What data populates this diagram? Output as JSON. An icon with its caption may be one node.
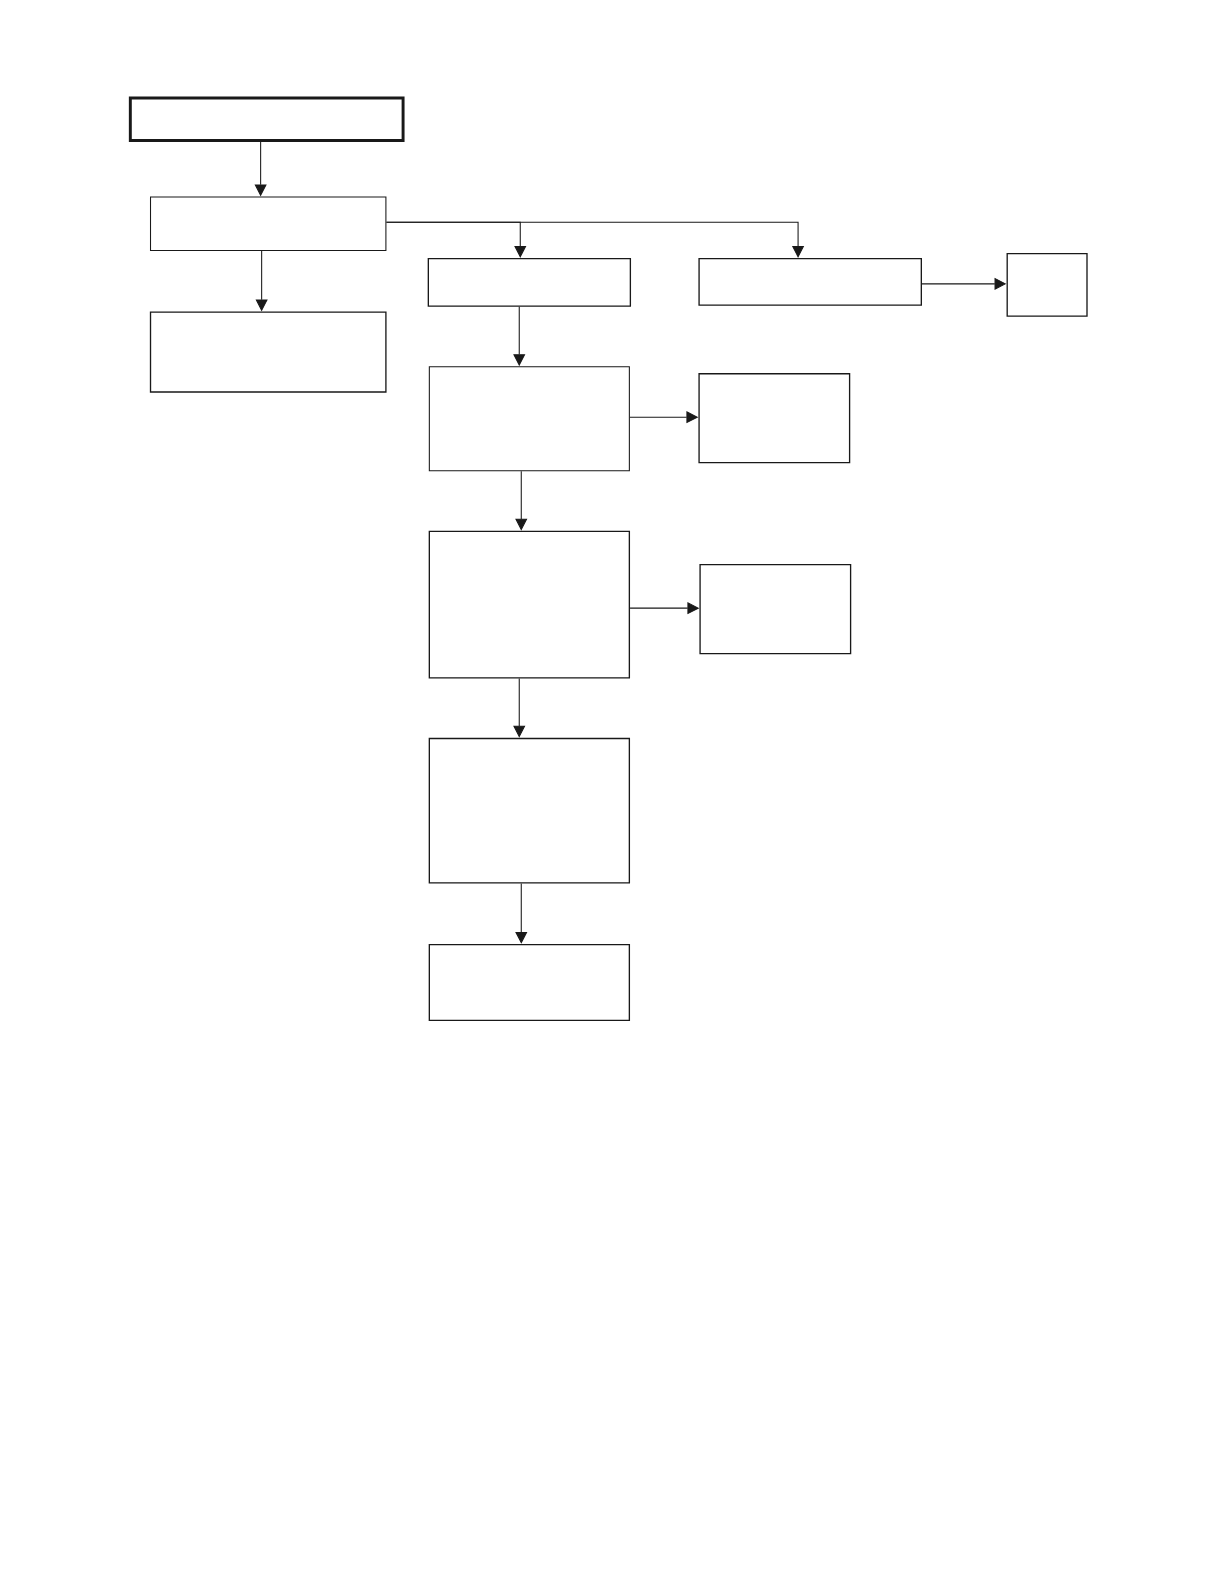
{
  "diagram": {
    "nodes": [
      {
        "text": [],
        "shape": "box"
      },
      {
        "text": [],
        "shape": "box"
      },
      {
        "text": [],
        "shape": "box"
      },
      {
        "text": [],
        "shape": "box"
      },
      {
        "text": [],
        "shape": "box"
      },
      {
        "text": [],
        "shape": "box"
      },
      {
        "text": [],
        "shape": "box"
      },
      {
        "text": [],
        "shape": "box"
      },
      {
        "text": [],
        "shape": "box"
      },
      {
        "text": [],
        "shape": "box"
      },
      {
        "text": [],
        "shape": "box"
      },
      {
        "text": [],
        "shape": "box"
      }
    ],
    "edges": [
      {
        "from": 0,
        "to": 1,
        "arrow": "to"
      },
      {
        "from": 1,
        "to": 2,
        "arrow": "to"
      },
      {
        "from": 1,
        "to": 3,
        "arrow": "to"
      },
      {
        "from": 1,
        "to": 4,
        "arrow": "to"
      },
      {
        "from": 4,
        "to": 5,
        "arrow": "to"
      },
      {
        "from": 3,
        "to": 6,
        "arrow": "to"
      },
      {
        "from": 6,
        "to": 7,
        "arrow": "to"
      },
      {
        "from": 6,
        "to": 8,
        "arrow": "to"
      },
      {
        "from": 8,
        "to": 9,
        "arrow": "to"
      },
      {
        "from": 8,
        "to": 10,
        "arrow": "to"
      },
      {
        "from": 10,
        "to": 11,
        "arrow": "to"
      }
    ]
  }
}
